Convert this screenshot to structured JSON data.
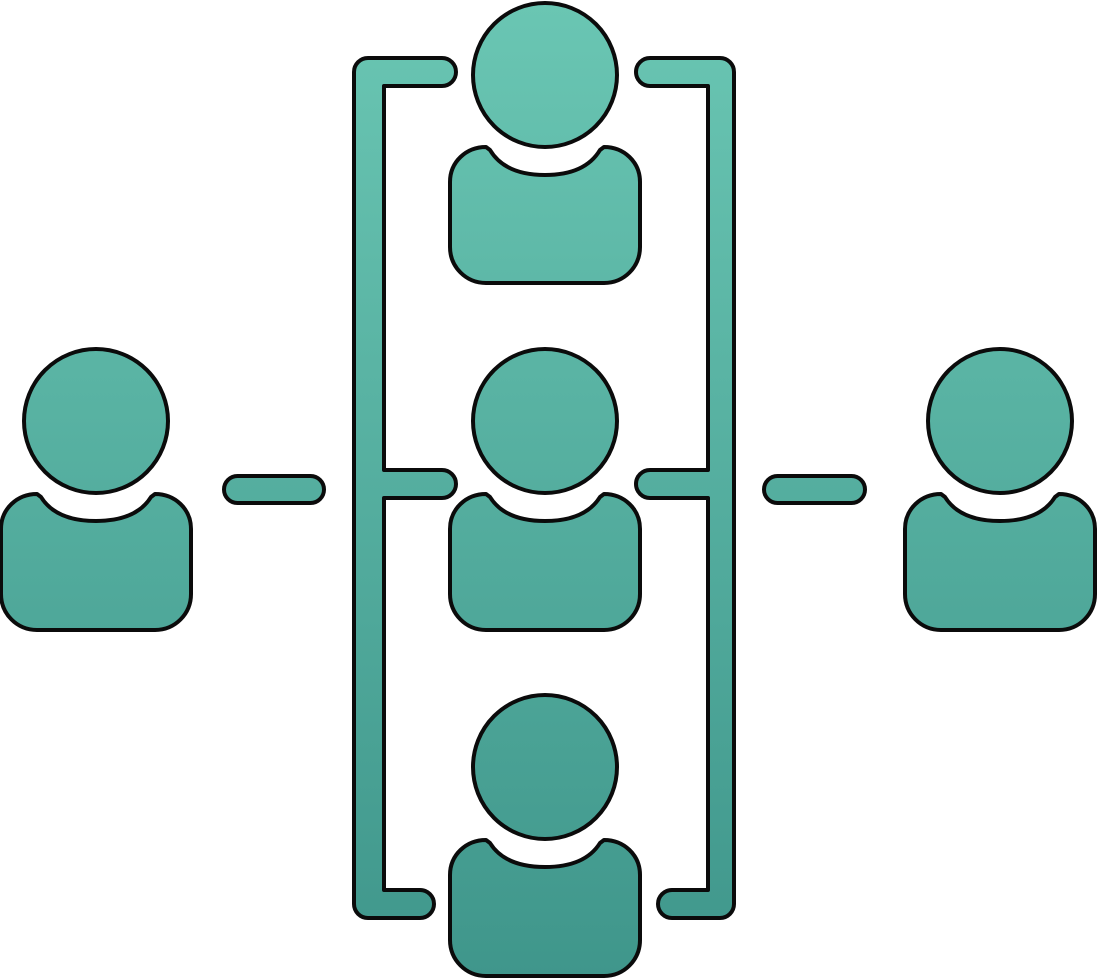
{
  "diagram": {
    "people": [
      {
        "id": "person-top"
      },
      {
        "id": "person-middle"
      },
      {
        "id": "person-bottom"
      },
      {
        "id": "person-left"
      },
      {
        "id": "person-right"
      }
    ],
    "colors": {
      "fill_top": "#6ac6b3",
      "fill_bottom": "#3f968b",
      "stroke": "#0b0b0b",
      "background": "#ffffff"
    }
  }
}
